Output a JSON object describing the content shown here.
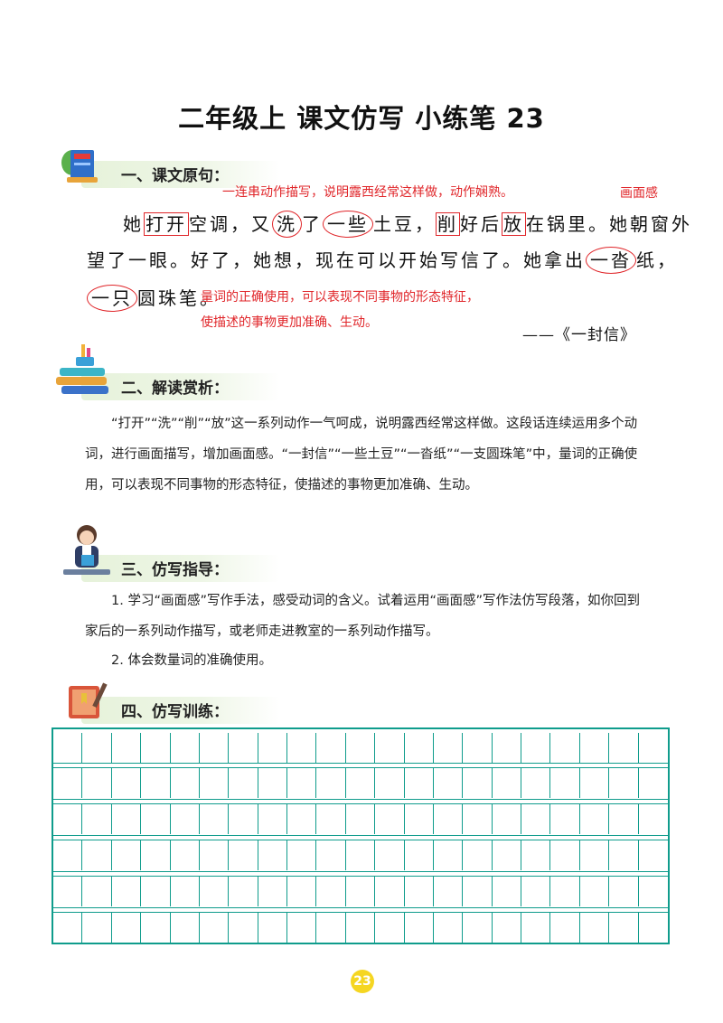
{
  "title": "二年级上  课文仿写  小练笔 23",
  "section1": {
    "heading": "一、课文原句：",
    "note_top": "一连串动作描写，说明露西经常这样做，动作娴熟。",
    "note_right": "画面感",
    "line1": {
      "a": "她",
      "b": "打开",
      "c": "空调，又",
      "d": "洗",
      "e": "了",
      "f": "一些",
      "g": "土豆，",
      "h": "削",
      "i": "好后",
      "j": "放",
      "k": "在锅里。她朝窗外"
    },
    "line2": {
      "a": "望了一眼。好了，她想，现在可以开始写信了。她拿出",
      "b": "一沓",
      "c": "纸，"
    },
    "line3": {
      "a": "一只",
      "b": "圆珠笔。"
    },
    "note_mid1": "量词的正确使用，可以表现不同事物的形态特征，",
    "note_mid2": "使描述的事物更加准确、生动。",
    "source": "——《一封信》"
  },
  "section2": {
    "heading": "二、解读赏析：",
    "paragraph": "“打开”“洗”“削”“放”这一系列动作一气呵成，说明露西经常这样做。这段话连续运用多个动词，进行画面描写，增加画面感。“一封信”“一些土豆”“一沓纸”“一支圆珠笔”中，量词的正确使用，可以表现不同事物的形态特征，使描述的事物更加准确、生动。"
  },
  "section3": {
    "heading": "三、仿写指导：",
    "item1": "1. 学习“画面感”写作手法，感受动词的含义。试着运用“画面感”写作法仿写段落，如你回到家后的一系列动作描写，或老师走进教室的一系列动作描写。",
    "item2": "2. 体会数量词的准确使用。"
  },
  "section4": {
    "heading": "四、仿写训练："
  },
  "page_number": "23",
  "colors": {
    "accent_red": "#e0262a",
    "grid_teal": "#0f9c8c",
    "heading_bg": "#e6f2da",
    "page_badge": "#f5d622"
  }
}
